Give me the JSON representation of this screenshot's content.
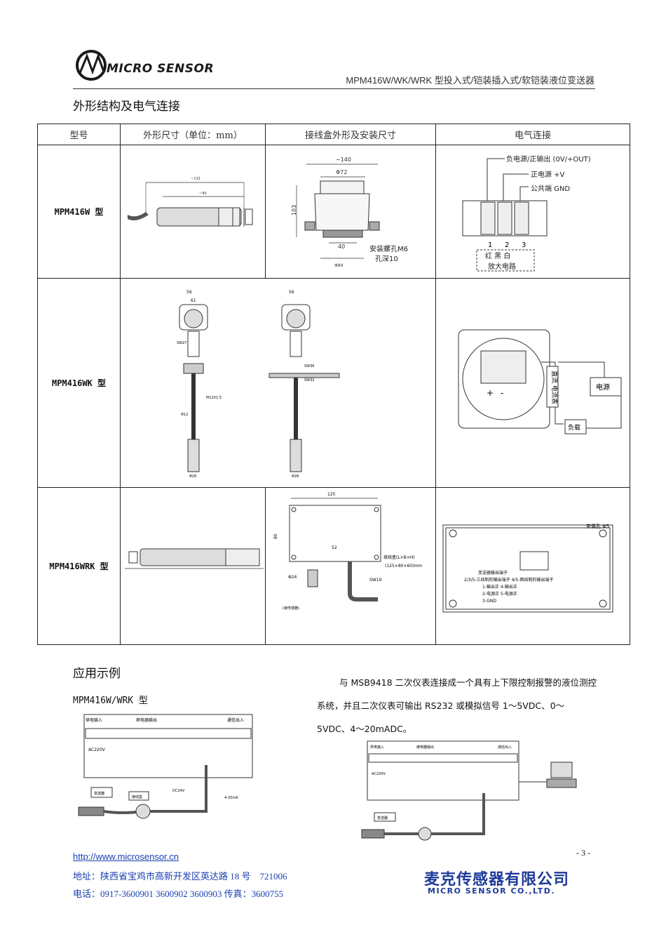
{
  "header": {
    "logo_text": "MICRO SENSOR",
    "title": "MPM416W/WK/WRK 型投入式/铠装插入式/软铠装液位变送器"
  },
  "section_title": "外形结构及电气连接",
  "table": {
    "headers": [
      "型号",
      "外形尺寸（单位：mm）",
      "接线盒外形及安装尺寸",
      "电气连接"
    ],
    "rows": [
      {
        "model": "MPM416W 型"
      },
      {
        "model": "MPM416WK 型"
      },
      {
        "model": "MPM416WRK 型"
      }
    ]
  },
  "row1": {
    "dim_outer": "~133",
    "dim_inner": "~90",
    "box_width": "~140",
    "box_phi": "Φ72",
    "box_height": "103",
    "box_base": "40",
    "box_phi2": "Φ84",
    "mount_hole": "安装螺孔M6",
    "hole_depth": "孔深10",
    "elec_neg": "负电源/正输出 (0V/+OUT)",
    "elec_pos": "正电源 +V",
    "elec_gnd": "公共端 GND",
    "terminals": [
      "1",
      "2",
      "3"
    ],
    "wire_colors": "红  黑  白",
    "amp_circuit": "放大电路"
  },
  "row2": {
    "dim_top": "56",
    "dim_61": "61",
    "sw27": "SW27",
    "sw36": "SW36",
    "sw32": "SW32",
    "thread": "M12X1.5",
    "phi12": "Φ12",
    "phi26": "Φ26",
    "current_label": "直流 电流表",
    "power_label": "电源",
    "load_label": "负载",
    "plus": "+",
    "minus": "-"
  },
  "row3": {
    "dim_width": "125",
    "dim_height": "80",
    "dim_52": "52",
    "junction_box": "接线盒(L×B×H)",
    "junction_size": "(125×80×60)mm",
    "phi24": "Φ24",
    "sw19": "SW19",
    "sensor_note": "(接传感器)",
    "mount_hole": "安装孔 Φ5",
    "terminal_nums": [
      "1",
      "2",
      "3",
      "4",
      "5"
    ],
    "term_title": "变送器输出端子",
    "term_line1": "2/3/5-三线制的输出端子  4/5-两线制的输出端子",
    "term_line2": "1-输出正        4-输出正",
    "term_line3": "2-电源正        5-电源正",
    "term_line4": "3-GND"
  },
  "application": {
    "title": "应用示例",
    "model": "MPM416W/WRK 型",
    "description": "与 MSB9418 二次仪表连接成一个具有上下限控制报警的液位测控系统，并且二次仪表可输出 RS232 或模拟信号 1～5VDC、0～5VDC、4～20mADC。",
    "panel_power": "供电输入",
    "panel_relay": "继电器输出",
    "panel_comm": "通信出入",
    "ac": "AC220V",
    "transmitter": "变送器",
    "junction": "接线盒",
    "dc24": "DC24V",
    "current_out": "4-20mA"
  },
  "footer": {
    "url": "http://www.microsensor.cn",
    "address": "地址：陕西省宝鸡市高新开发区英达路 18 号　721006",
    "phone": "电话：0917-3600901 3600902 3600903  传真：3600755",
    "page": "- 3 -",
    "company_cn": "麦克传感器有限公司",
    "company_en": "MICRO SENSOR CO.,LTD."
  }
}
